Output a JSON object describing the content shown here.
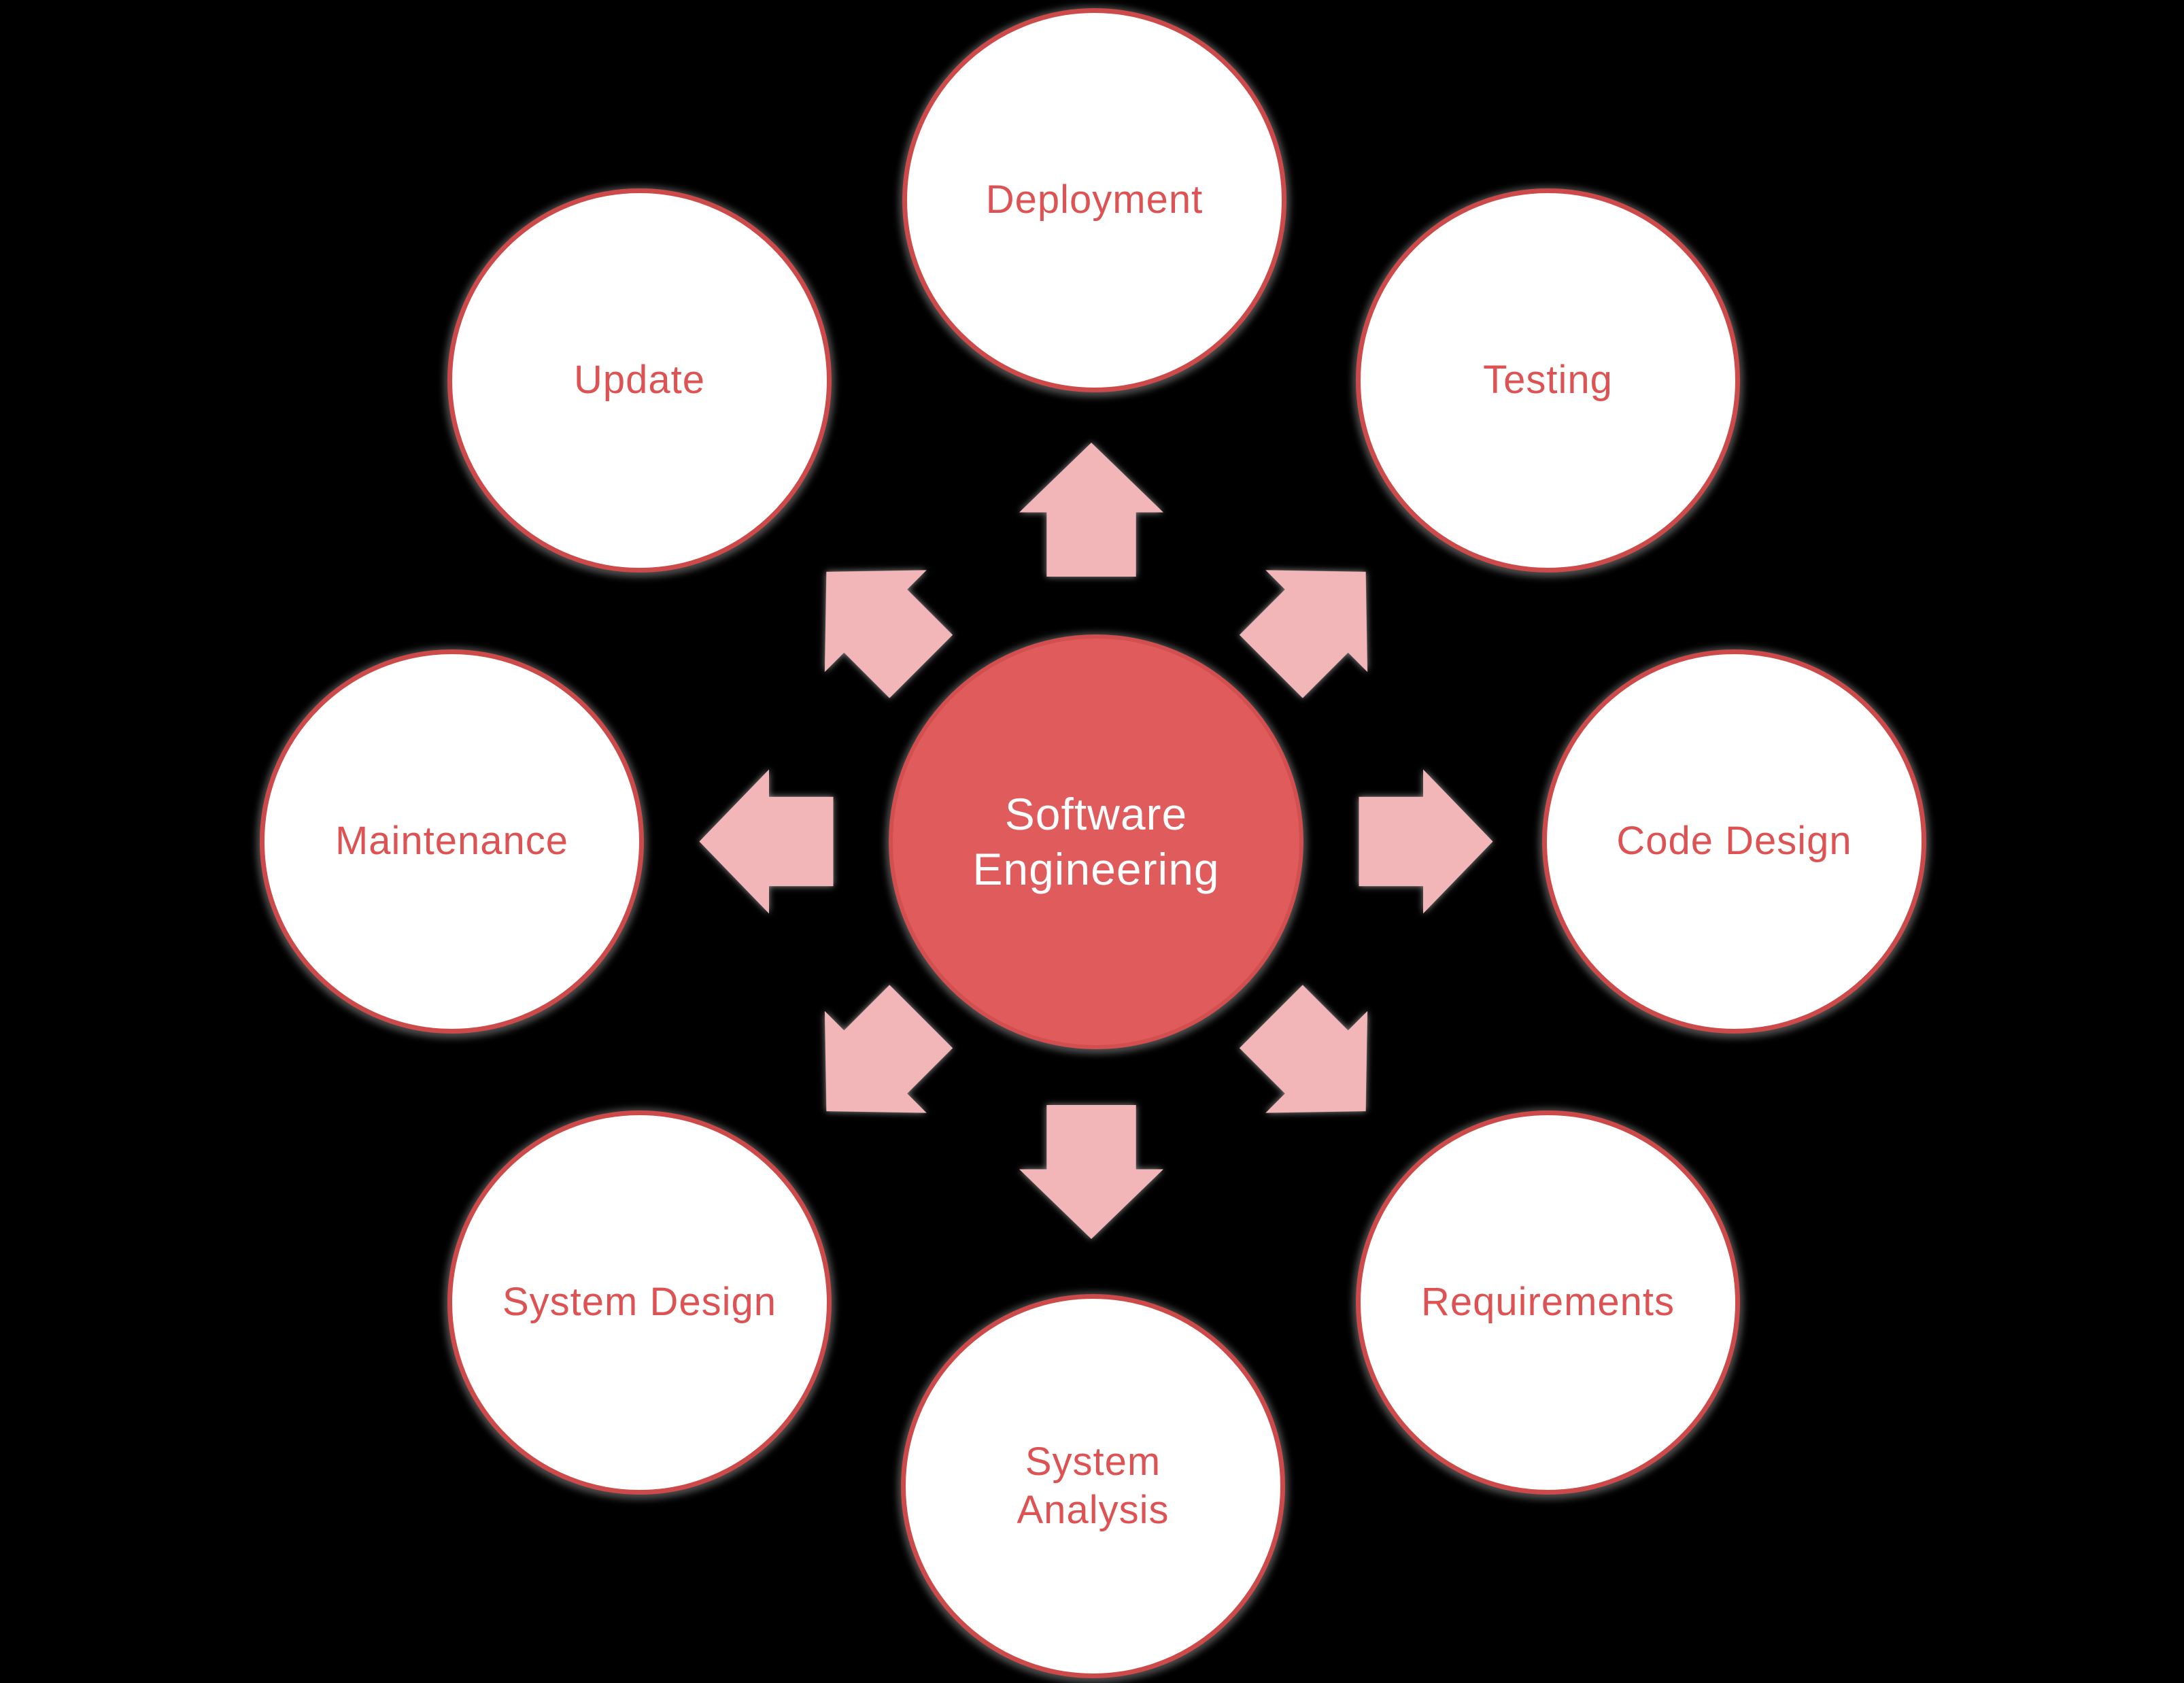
{
  "diagram": {
    "type": "radial-diverging",
    "center": {
      "label": "Software Engineering"
    },
    "nodes": [
      {
        "id": "deployment",
        "label": "Deployment"
      },
      {
        "id": "testing",
        "label": "Testing"
      },
      {
        "id": "code-design",
        "label": "Code Design"
      },
      {
        "id": "requirements",
        "label": "Requirements"
      },
      {
        "id": "system-analysis",
        "label": "System Analysis"
      },
      {
        "id": "system-design",
        "label": "System Design"
      },
      {
        "id": "maintenance",
        "label": "Maintenance"
      },
      {
        "id": "update",
        "label": "Update"
      }
    ],
    "arrows": [
      {
        "direction": "up"
      },
      {
        "direction": "up-right"
      },
      {
        "direction": "right"
      },
      {
        "direction": "down-right"
      },
      {
        "direction": "down"
      },
      {
        "direction": "down-left"
      },
      {
        "direction": "left"
      },
      {
        "direction": "up-left"
      }
    ]
  },
  "theme": {
    "background": "#000000",
    "node-fill": "#ffffff",
    "node-stroke": "#cc4a4a",
    "label-color": "#dd5252",
    "center-fill": "#e05b5b",
    "center-text-color": "#ffffff",
    "arrow-fill": "#f2b6b8",
    "shadow-color": "#8f8f8f"
  }
}
